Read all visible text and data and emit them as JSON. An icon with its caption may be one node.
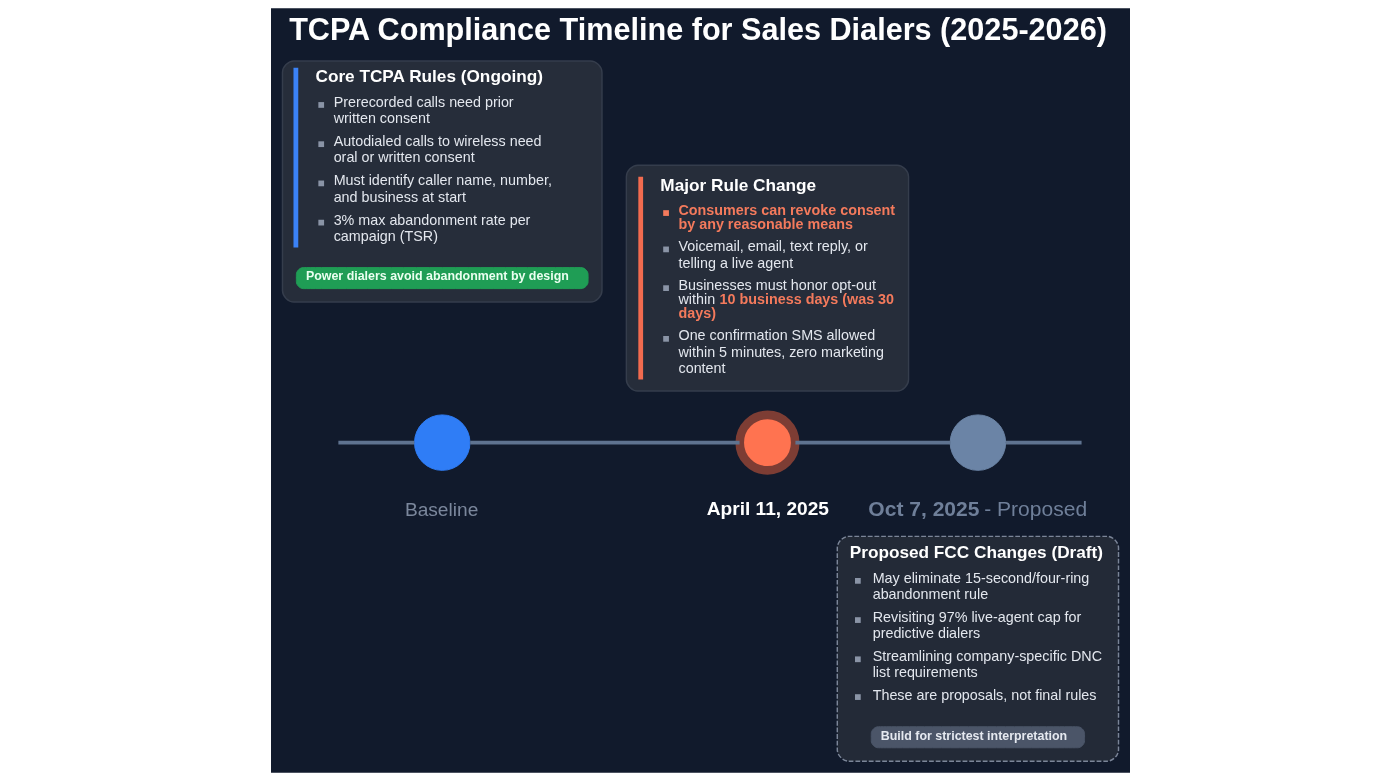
{
  "diagram": {
    "title": "TCPA Compliance Timeline for Sales Dialers (2025-2026)",
    "nodes": [
      {
        "text": [
          "Core TCPA Rules (Ongoing)",
          "Prerecorded calls need prior written consent",
          "Autodialed calls to wireless need oral or written consent",
          "Must identify caller name, number, and business at start",
          "3% max abandonment rate per campaign (TSR)"
        ]
      },
      {
        "text": [
          "Power dialers avoid abandonment by design"
        ],
        "in": 0
      },
      {
        "text": [
          "Major Rule Change",
          "Consumers can revoke consent by any reasonable means",
          "Voicemail, email, text reply, or telling a live agent",
          "Businesses must honor opt-out within **10 business days (was 30 days)**",
          "One confirmation SMS allowed within 5 minutes, zero marketing content"
        ]
      },
      {
        "text": [
          "Proposed FCC Changes (Draft)",
          "May eliminate 15-second/four-ring abandonment rule",
          "Revisiting 97% live-agent cap for predictive dialers",
          "Streamlining company-specific DNC list requirements",
          "These are proposals, not final rules"
        ]
      },
      {
        "text": [
          "Build for strictest interpretation"
        ],
        "in": 3
      },
      {
        "text": [],
        "shape": "circle",
        "beside": [
          "Baseline"
        ]
      },
      {
        "text": [],
        "shape": "circle",
        "beside": [
          "April 11, 2025"
        ]
      },
      {
        "text": [],
        "shape": "circle",
        "beside": [
          "**Oct 7, 2025** - Proposed"
        ]
      }
    ],
    "edges": [
      {
        "from": null,
        "to": 5,
        "arrow": "none"
      },
      {
        "from": 5,
        "to": 6,
        "arrow": "none"
      },
      {
        "from": 6,
        "to": 7,
        "arrow": "none"
      },
      {
        "from": 7,
        "to": null,
        "arrow": "none"
      }
    ]
  }
}
